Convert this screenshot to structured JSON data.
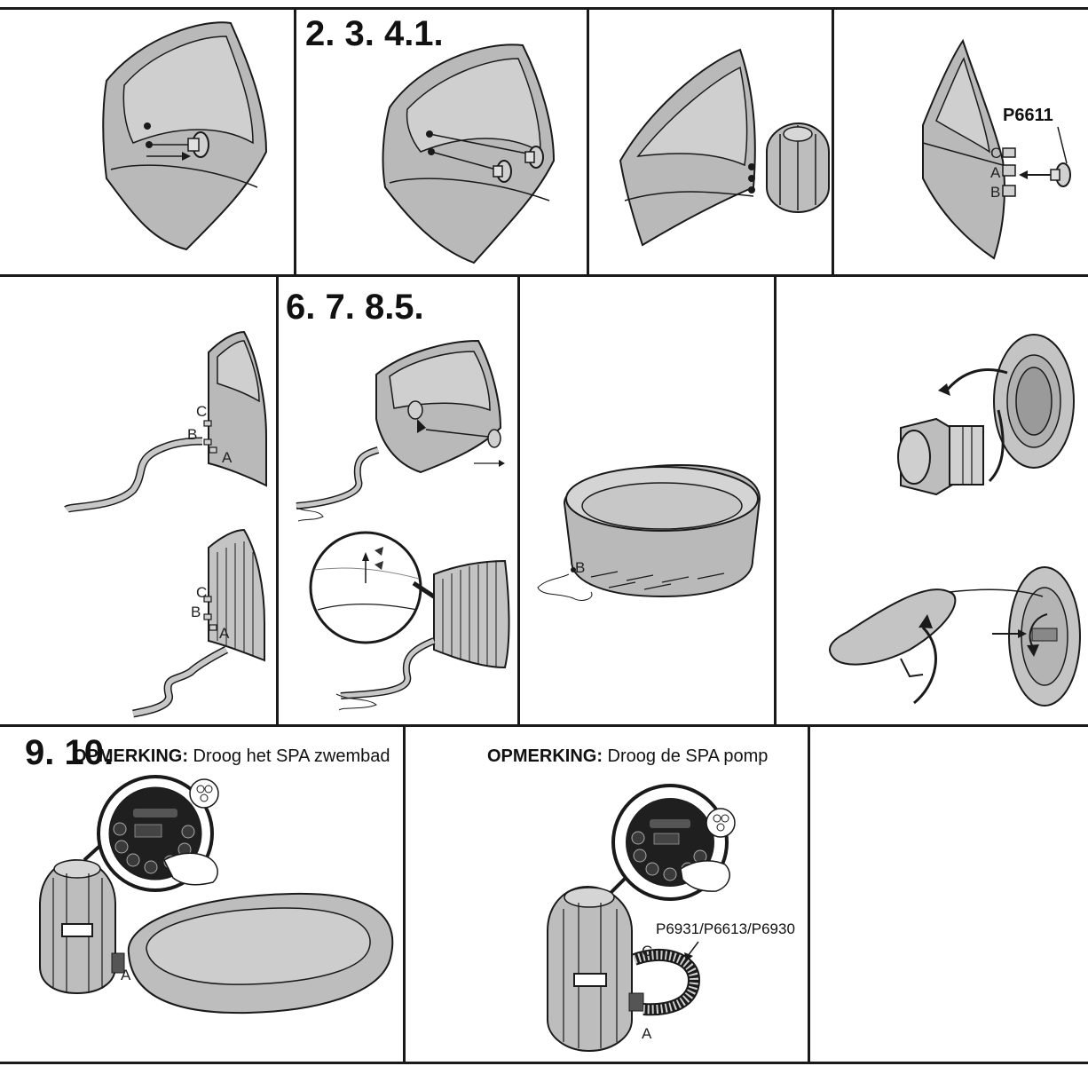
{
  "steps": {
    "row1": "2. 3. 4.1.",
    "row2": "6. 7. 8.5.",
    "row3": "9. 10."
  },
  "panel_4": {
    "part_number": "P6611",
    "labels": [
      "C",
      "A",
      "B"
    ]
  },
  "panel_5": {
    "labels": [
      "C",
      "B",
      "A",
      "C",
      "B",
      "A"
    ]
  },
  "panel_8": {
    "label": "B"
  },
  "panel_9": {
    "note_label": "OPMERKING:",
    "note_text": " Droog het SPA zwembad",
    "label_a": "A"
  },
  "panel_10": {
    "note_label": "OPMERKING:",
    "note_text": " Droog de SPA pomp",
    "part_number": "P6931/P6613/P6930",
    "label_c": "C",
    "label_a": "A"
  },
  "colors": {
    "ink": "#1a1a1a",
    "fill_gray": "#b9b9b9",
    "light_gray": "#d6d6d6",
    "dark": "#333333"
  },
  "icons": [
    "spa-wall-illustration",
    "plug-icon",
    "pump-icon",
    "hose-icon",
    "valve-icon",
    "control-panel-icon",
    "hand-icon",
    "arrow-icon"
  ]
}
